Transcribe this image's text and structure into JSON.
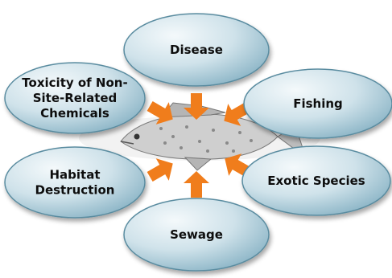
{
  "diagram": {
    "center_image": "fish-illustration",
    "colors": {
      "ellipse_fill_light": "#f4f9fb",
      "ellipse_fill_dark": "#8fb7c8",
      "ellipse_stroke": "#5a8ca0",
      "arrow": "#f07d1c"
    },
    "nodes": [
      {
        "id": "disease",
        "lines": [
          "Disease"
        ]
      },
      {
        "id": "fishing",
        "lines": [
          "Fishing"
        ]
      },
      {
        "id": "exotic-species",
        "lines": [
          "Exotic Species"
        ]
      },
      {
        "id": "sewage",
        "lines": [
          "Sewage"
        ]
      },
      {
        "id": "habitat-destruction",
        "lines": [
          "Habitat",
          "Destruction"
        ]
      },
      {
        "id": "toxicity",
        "lines": [
          "Toxicity of Non-",
          "Site-Related",
          "Chemicals"
        ]
      }
    ]
  }
}
